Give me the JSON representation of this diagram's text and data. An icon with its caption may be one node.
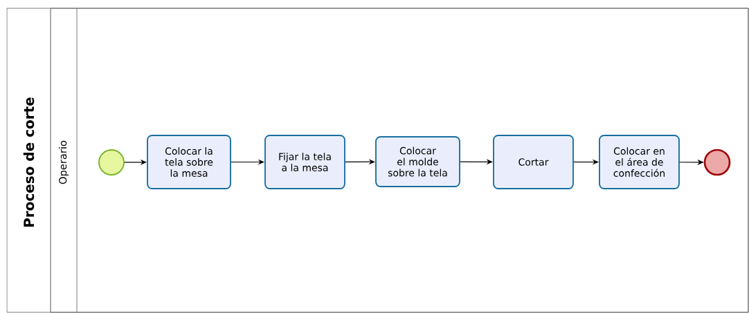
{
  "diagram": {
    "nodes": [
      {
        "text": [
          "Proceso de corte"
        ]
      },
      {
        "text": [
          "Operario"
        ],
        "in": 0
      },
      {
        "text": [],
        "shape": "circle",
        "in": 1
      },
      {
        "text": [
          "Colocar la tela sobre la mesa"
        ],
        "in": 1
      },
      {
        "text": [
          "Fijar la tela a la mesa"
        ],
        "in": 1
      },
      {
        "text": [
          "Colocar el molde sobre la tela"
        ],
        "in": 1
      },
      {
        "text": [
          "Cortar"
        ],
        "in": 1
      },
      {
        "text": [
          "Colocar en el área de confección"
        ],
        "in": 1
      },
      {
        "text": [],
        "shape": "circle",
        "in": 1
      }
    ],
    "edges": [
      {
        "from": 2,
        "to": 3,
        "arrow": "to"
      },
      {
        "from": 3,
        "to": 4,
        "arrow": "to"
      },
      {
        "from": 4,
        "to": 5,
        "arrow": "to"
      },
      {
        "from": 5,
        "to": 6,
        "arrow": "to"
      },
      {
        "from": 6,
        "to": 7,
        "arrow": "to"
      },
      {
        "from": 7,
        "to": 8,
        "arrow": "to"
      }
    ]
  }
}
